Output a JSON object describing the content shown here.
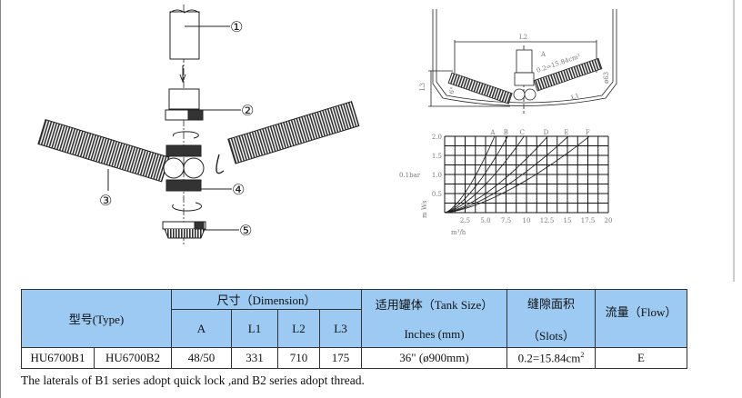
{
  "diagram": {
    "part_labels": [
      "①",
      "②",
      "③",
      "④",
      "⑤"
    ]
  },
  "tank_drawing": {
    "labels": {
      "l2": "L2",
      "a": "A",
      "l3": "L3",
      "l1": "L1",
      "slot": "0.2=15.84cm²",
      "angle": "6°",
      "dia": "ø63"
    }
  },
  "chart_data": {
    "type": "line",
    "title": "",
    "xlabel": "m³/h",
    "ylabel": "m Ws",
    "xlim": [
      0,
      20
    ],
    "ylim": [
      0,
      2.0
    ],
    "x_ticks": [
      "2.5",
      "5.0",
      "7.5",
      "10",
      "12.5",
      "15",
      "17.5",
      "20"
    ],
    "y_ticks": [
      "0.5",
      "1.0",
      "1.5",
      "2.0"
    ],
    "annotation": "0.1bar",
    "grid": true,
    "series": [
      {
        "name": "A",
        "x_at_max": 6.1
      },
      {
        "name": "B",
        "x_at_max": 7.7
      },
      {
        "name": "C",
        "x_at_max": 9.7
      },
      {
        "name": "D",
        "x_at_max": 12.6
      },
      {
        "name": "E",
        "x_at_max": 15.1
      },
      {
        "name": "F",
        "x_at_max": 17.7
      }
    ]
  },
  "table": {
    "type_header": "型号(Type)",
    "dimension_header": "尺寸（Dimension）",
    "dim_cols": [
      "A",
      "L1",
      "L2",
      "L3"
    ],
    "tank_header_1": "适用罐体（Tank Size）",
    "tank_header_2": "Inches (mm)",
    "slots_header_1": "缝隙面积",
    "slots_header_2": "（Slots）",
    "flow_header": "流量（Flow）",
    "row": {
      "type1": "HU6700B1",
      "type2": "HU6700B2",
      "a": "48/50",
      "l1": "331",
      "l2": "710",
      "l3": "175",
      "tank": "36\" (ø900mm)",
      "slots": "0.2=15.84cm",
      "slots_sup": "2",
      "flow": "E"
    }
  },
  "note": "The laterals of B1 series adopt quick lock ,and B2 series adopt thread."
}
